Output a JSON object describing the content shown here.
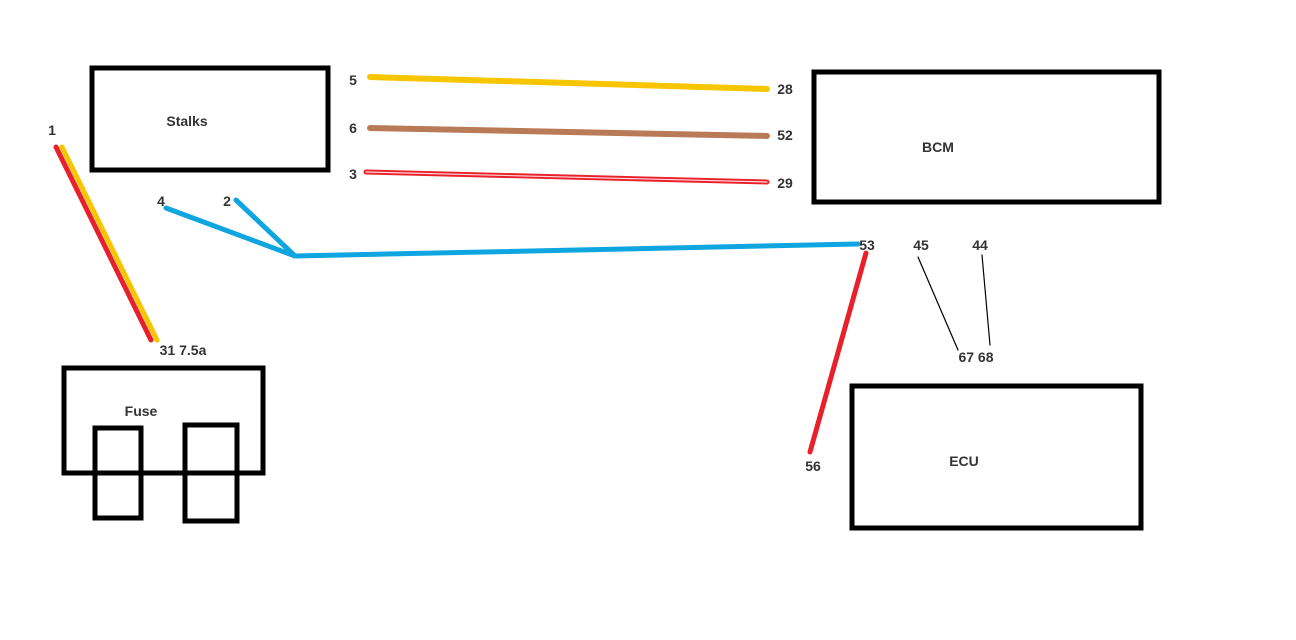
{
  "components": {
    "stalks": "Stalks",
    "bcm": "BCM",
    "ecu": "ECU",
    "fuse": "Fuse"
  },
  "pins": {
    "fuse_wire_start": "1",
    "fuse_wire_end": "31 7.5a",
    "stalk_5": "5",
    "stalk_6": "6",
    "stalk_3": "3",
    "stalk_4": "4",
    "stalk_2": "2",
    "bcm_28": "28",
    "bcm_52": "52",
    "bcm_29": "29",
    "bcm_53": "53",
    "bcm_45": "45",
    "bcm_44": "44",
    "ecu_67_68": "67 68",
    "ecu_56": "56"
  },
  "colors": {
    "yellow": "#f7c600",
    "brown": "#b97a57",
    "red": "#e8202a",
    "blue": "#0ea5e0",
    "black": "#000000"
  }
}
